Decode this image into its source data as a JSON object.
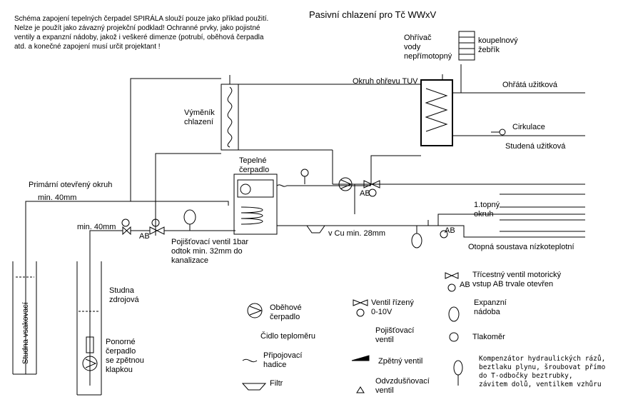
{
  "title": "Pasivní chlazení pro Tč WWxV",
  "disclaimer": "Schéma zapojení tepelných čerpadel SPIRÁLA slouží pouze jako příklad použití.\nNelze je použít jako závazný projekční podklad! Ochranné prvky, jako pojistné\nventily a expanzní nádoby, jakož i veškeré dimenze (potrubí, oběhová čerpadla\natd. a konečné zapojení musí určit projektant !",
  "labels": {
    "heat_exchanger": "Výměník\nchlazení",
    "heat_pump": "Tepelné\nčerpadlo",
    "water_heater": "Ohřívač\nvody\nnepřímotopný",
    "towel_rail": "koupelnový\nžebřík",
    "dhw_circuit": "Okruh ohřevu TUV",
    "hot_water": "Ohřátá užitková",
    "circulation": "Cirkulace",
    "cold_water": "Studená užitková",
    "primary_circuit": "Primární otevřený okruh",
    "min_40_a": "min. 40mm",
    "min_40_b": "min. 40mm",
    "ab_left": "AB",
    "ab_mid": "AB",
    "ab_right": "AB",
    "safety_valve_note": "Pojišťovací ventil 1bar\nodtok min. 32mm do\nkanalizace",
    "cu_pipe": "v Cu min. 28mm",
    "heating_circuit": "1.topný\nokruh",
    "low_temp_system": "Otopná soustava nízkoteplotní",
    "well_return": "Studna vsakovací",
    "well_source": "Studna\nzdrojová",
    "submersible_pump": "Ponorné\nčerpadlo\nse zpětnou\nklapkou"
  },
  "legend": {
    "circ_pump": "Oběhové\nčerpadlo",
    "temp_sensor": "Čidlo teploměru",
    "hose": "Připojovací\nhadice",
    "filter": "Filtr",
    "ctrl_valve": "Ventil řízený\n0-10V",
    "safety_valve": "Pojišťovací\nventil",
    "check_valve": "Zpětný ventil",
    "air_vent": "Odvzdušňovací\nventil",
    "three_way": "Třícestný ventil motorický\nvstup AB trvale otevřen",
    "three_way_ab": "AB",
    "expansion": "Expanzní\nnádoba",
    "pressure_gauge": "Tlakoměr",
    "compensator": "Kompenzátor hydraulických rázů,\nbeztlaku plynu, šroubovat přímo\ndo T-odbočky beztrubky,\nzávitem dolů, ventilkem vzhůru"
  }
}
